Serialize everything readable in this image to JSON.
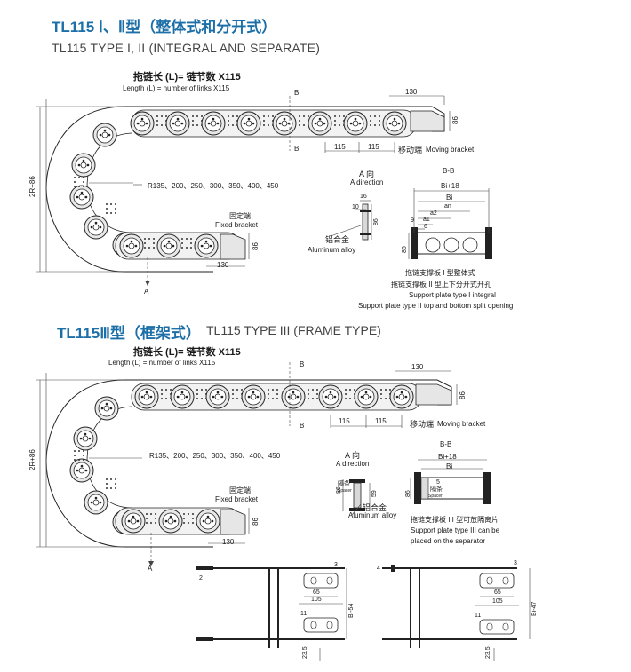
{
  "section1": {
    "title_cn": "TL115 Ⅰ、Ⅱ型（整体式和分开式）",
    "title_en": "TL115 TYPE I, II (INTEGRAL AND SEPARATE)",
    "length_cn": "拖链长 (L)= 链节数 X115",
    "length_en": "Length (L) = number of links X115",
    "dim_130_top": "130",
    "dim_86_right": "86",
    "dim_115_a": "115",
    "dim_115_b": "115",
    "moving_cn": "移动端",
    "moving_en": "Moving bracket",
    "label_b_top": "B",
    "label_b_bottom": "B",
    "radius_list": "R135、200、250、300、350、400、450",
    "dim_2r86": "2R+86",
    "fixed_cn": "固定端",
    "fixed_en": "Fixed bracket",
    "dim_86_fixed": "86",
    "dim_130_fixed": "130",
    "label_a": "A",
    "a_dir_cn": "A 向",
    "a_dir_en": "A direction",
    "dim_16": "16",
    "dim_10": "10",
    "dim_86_a": "86",
    "alu_cn": "铝合金",
    "alu_en": "Aluminum alloy",
    "bb": "B-B",
    "bi18": "Bi+18",
    "bi": "Bi",
    "an": "an",
    "a2": "a2",
    "a1": "a1",
    "nine": "9",
    "six": "6",
    "dim_86_bb": "86",
    "support_cn_1": "拖链支撑板 I 型整体式",
    "support_cn_2": "拖链支撑板 II 型上下分开式开孔",
    "support_en_1": "Support plate type I integral",
    "support_en_2": "Support plate type II top and bottom split opening"
  },
  "section2": {
    "title_cn": "TL115Ⅲ型（框架式）",
    "title_en": "TL115 TYPE III  (FRAME TYPE)",
    "length_cn": "拖链长 (L)= 链节数 X115",
    "length_en": "Length (L) = number of links X115",
    "dim_130_top": "130",
    "dim_86_right": "86",
    "dim_115_a": "115",
    "dim_115_b": "115",
    "moving_cn": "移动端",
    "moving_en": "Moving bracket",
    "label_b_top": "B",
    "label_b_bottom": "B",
    "radius_list": "R135、200、250、300、350、400、450",
    "dim_2r86": "2R+86",
    "fixed_cn": "固定端",
    "fixed_en": "Fixed bracket",
    "dim_86_fixed": "86",
    "dim_130_fixed": "130",
    "label_a": "A",
    "a_dir_cn": "A 向",
    "a_dir_en": "A direction",
    "spacer_cn": "隔条",
    "spacer_en": "Spacer",
    "dim_86_a": "86",
    "dim_59": "59",
    "alu_cn": "铝合金",
    "alu_en": "Aluminum alloy",
    "bb": "B-B",
    "bi18": "Bi+18",
    "bi": "Bi",
    "five": "5",
    "dim_86_bb": "86",
    "support_cn": "拖链支撑板 III 型可放隔离片",
    "support_en_1": "Support plate type III can be",
    "support_en_2": "placed on the separator"
  },
  "bracket_left": {
    "d2": "2",
    "d3": "3",
    "d65": "65",
    "d105": "105",
    "d11": "11",
    "dbi54": "Bi-54",
    "d235": "23.5"
  },
  "bracket_right": {
    "d4": "4",
    "d3": "3",
    "d65": "65",
    "d105": "105",
    "d11": "11",
    "dbi47": "Bi-47",
    "d235": "23.5"
  }
}
